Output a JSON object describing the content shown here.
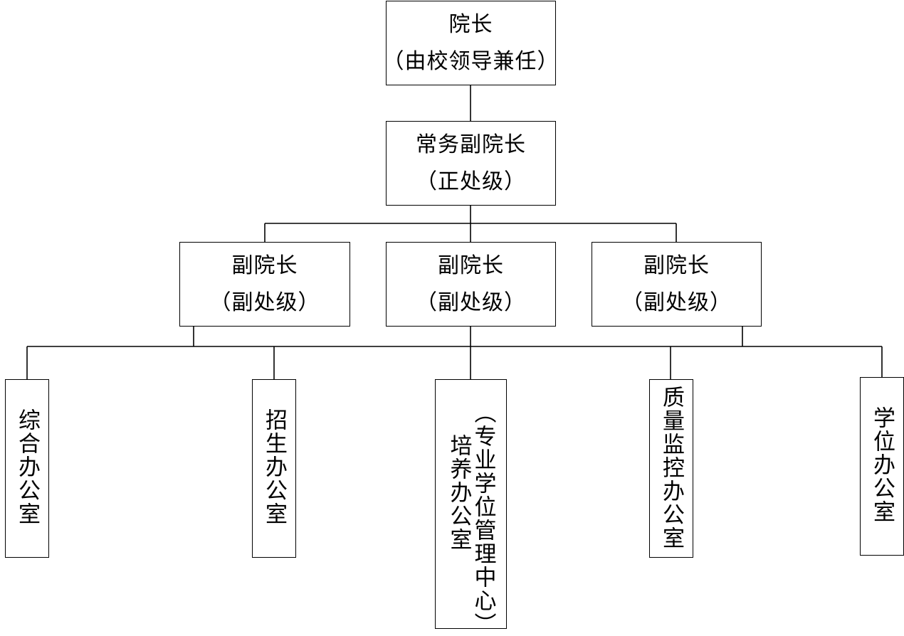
{
  "dean": {
    "title": "院长",
    "note": "（由校领导兼任）"
  },
  "executive_vice_dean": {
    "title": "常务副院长",
    "note": "（正处级）"
  },
  "vice_deans": [
    {
      "title": "副院长",
      "note": "（副处级）"
    },
    {
      "title": "副院长",
      "note": "（副处级）"
    },
    {
      "title": "副院长",
      "note": "（副处级）"
    }
  ],
  "offices": [
    {
      "line1": "综合办公室"
    },
    {
      "line1": "招生办公室"
    },
    {
      "line1": "（专业学位管理中心）",
      "line2": "培养办公室"
    },
    {
      "line1": "质量监控办公室"
    },
    {
      "line1": "学位办公室"
    }
  ]
}
